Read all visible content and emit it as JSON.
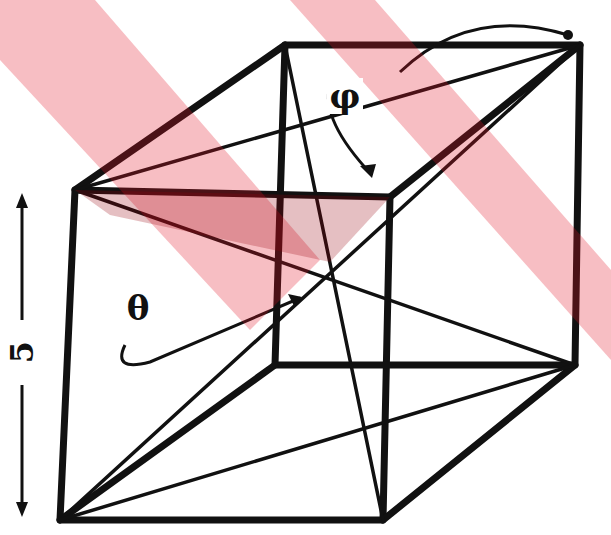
{
  "diagram": {
    "labels": [
      "φ",
      "θ",
      "5"
    ]
  }
}
